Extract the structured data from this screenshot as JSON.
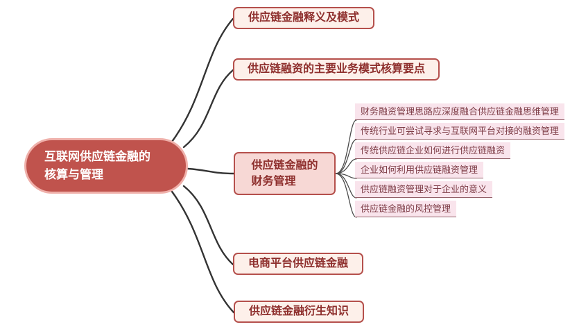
{
  "diagram": {
    "root": {
      "label": "互联网供应链金融的\n核算与管理"
    },
    "branches": [
      {
        "label": "供应链金融释义及模式"
      },
      {
        "label": "供应链融资的主要业务模式核算要点"
      },
      {
        "label": "供应链金融的\n财务管理",
        "children": [
          "财务融资管理思路应深度融合供应链金融思维管理",
          "传统行业可尝试寻求与互联网平台对接的融资管理",
          "传统供应链企业如何进行供应链融资",
          "企业如何利用供应链融资管理",
          "供应链融资管理对于企业的意义",
          "供应链金融的风控管理"
        ]
      },
      {
        "label": "电商平台供应链金融"
      },
      {
        "label": "供应链金融衍生知识"
      }
    ],
    "colors": {
      "root_fill": "#c0534d",
      "root_border": "#efb0aa",
      "branch_fill": "#fdf0ea",
      "branch_selected_fill": "#f7d8d5",
      "branch_border": "#b5504c",
      "branch_text": "#8e2f2d",
      "child_fill": "#f9e4ec",
      "child_text": "#7d3c46",
      "child_underline": "#936068",
      "connector": "#333333"
    }
  }
}
